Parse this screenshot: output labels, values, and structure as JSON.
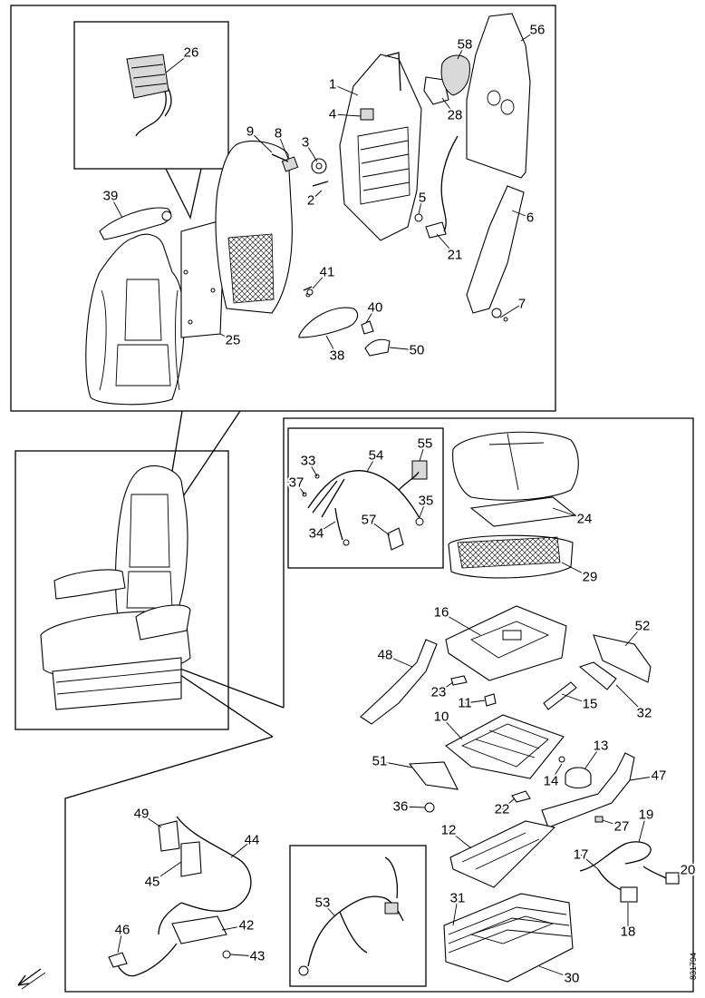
{
  "callouts": [
    "1",
    "2",
    "3",
    "4",
    "5",
    "6",
    "7",
    "8",
    "9",
    "10",
    "11",
    "12",
    "13",
    "14",
    "15",
    "16",
    "17",
    "18",
    "19",
    "20",
    "21",
    "22",
    "23",
    "24",
    "25",
    "26",
    "27",
    "28",
    "29",
    "30",
    "31",
    "32",
    "33",
    "34",
    "35",
    "36",
    "37",
    "38",
    "39",
    "40",
    "41",
    "42",
    "43",
    "44",
    "45",
    "46",
    "47",
    "48",
    "49",
    "50",
    "51",
    "52",
    "53",
    "54",
    "55",
    "56",
    "57",
    "58"
  ],
  "drawing_code": "831794",
  "icons": [
    "direction-arrow-icon"
  ]
}
